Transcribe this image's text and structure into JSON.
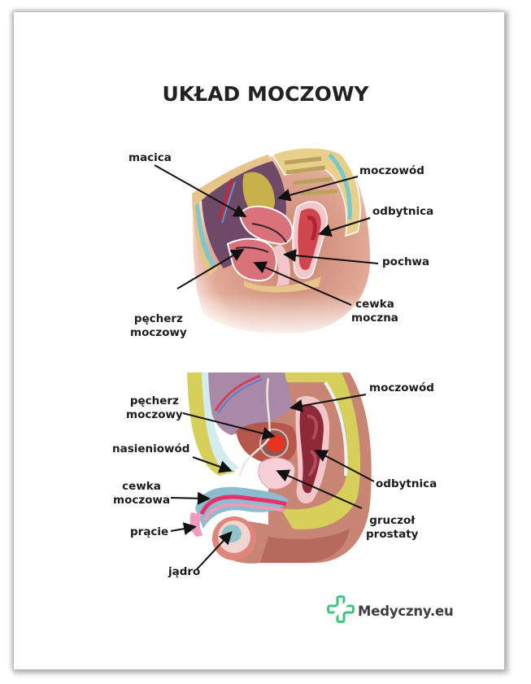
{
  "title": "UKŁAD MOCZOWY",
  "female_diagram": {
    "labels": {
      "macica": "macica",
      "moczowod": "moczowód",
      "odbytnica": "odbytnica",
      "pochwa": "pochwa",
      "cewka_line1": "cewka",
      "cewka_line2": "moczna",
      "pecherz_line1": "pęcherz",
      "pecherz_line2": "moczowy"
    }
  },
  "male_diagram": {
    "labels": {
      "pecherz_line1": "pęcherz",
      "pecherz_line2": "moczowy",
      "moczowod": "moczowód",
      "nasieniowod": "nasieniowód",
      "odbytnica": "odbytnica",
      "cewka_line1": "cewka",
      "cewka_line2": "moczowa",
      "gruczol_line1": "gruczoł",
      "gruczol_line2": "prostaty",
      "pracie": "prącie",
      "jadro": "jądro"
    }
  },
  "logo": {
    "text": "Medyczny.eu",
    "icon": "medical-cross-icon",
    "color": "#3ec47c"
  },
  "colors": {
    "title": "#222224",
    "skin": "#d9a08e",
    "bone": "#e8cf8a",
    "organ_pink": "#d9727a",
    "cavity_purple": "#6e4a68",
    "rectum_red": "#c9303c",
    "fat_yellow": "#d6d05a"
  }
}
